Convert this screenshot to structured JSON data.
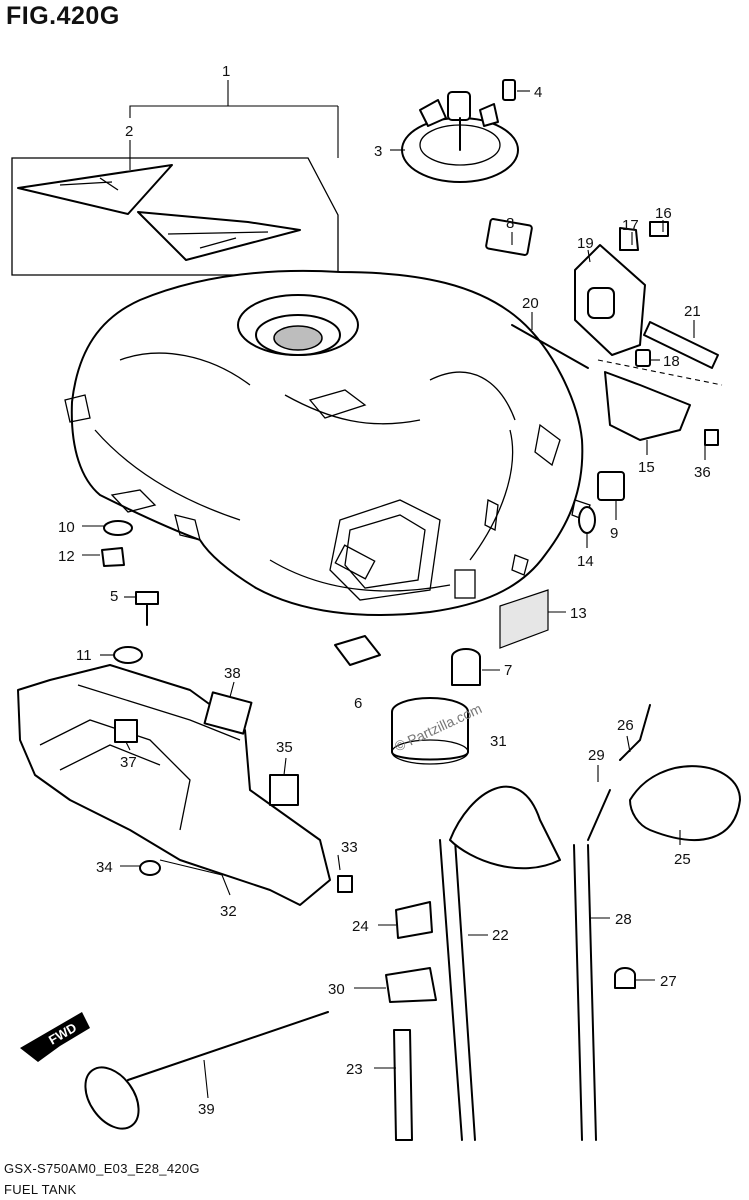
{
  "figure": {
    "title": "FIG.420G",
    "code": "GSX-S750AM0_E03_E28_420G",
    "caption": "FUEL TANK",
    "watermark": "© Partzilla.com",
    "fwd_label": "FWD"
  },
  "callouts": [
    {
      "id": "1",
      "label": "1"
    },
    {
      "id": "2",
      "label": "2"
    },
    {
      "id": "3",
      "label": "3"
    },
    {
      "id": "4",
      "label": "4"
    },
    {
      "id": "5",
      "label": "5"
    },
    {
      "id": "6",
      "label": "6"
    },
    {
      "id": "7",
      "label": "7"
    },
    {
      "id": "8",
      "label": "8"
    },
    {
      "id": "9",
      "label": "9"
    },
    {
      "id": "10",
      "label": "10"
    },
    {
      "id": "11",
      "label": "11"
    },
    {
      "id": "12",
      "label": "12"
    },
    {
      "id": "13",
      "label": "13"
    },
    {
      "id": "14",
      "label": "14"
    },
    {
      "id": "15",
      "label": "15"
    },
    {
      "id": "16",
      "label": "16"
    },
    {
      "id": "17",
      "label": "17"
    },
    {
      "id": "18",
      "label": "18"
    },
    {
      "id": "19",
      "label": "19"
    },
    {
      "id": "20",
      "label": "20"
    },
    {
      "id": "21",
      "label": "21"
    },
    {
      "id": "22",
      "label": "22"
    },
    {
      "id": "23",
      "label": "23"
    },
    {
      "id": "24",
      "label": "24"
    },
    {
      "id": "25",
      "label": "25"
    },
    {
      "id": "26",
      "label": "26"
    },
    {
      "id": "27",
      "label": "27"
    },
    {
      "id": "28",
      "label": "28"
    },
    {
      "id": "29",
      "label": "29"
    },
    {
      "id": "30",
      "label": "30"
    },
    {
      "id": "31",
      "label": "31"
    },
    {
      "id": "32",
      "label": "32"
    },
    {
      "id": "33",
      "label": "33"
    },
    {
      "id": "34",
      "label": "34"
    },
    {
      "id": "35",
      "label": "35"
    },
    {
      "id": "36",
      "label": "36"
    },
    {
      "id": "37",
      "label": "37"
    },
    {
      "id": "38",
      "label": "38"
    },
    {
      "id": "39",
      "label": "39"
    }
  ]
}
